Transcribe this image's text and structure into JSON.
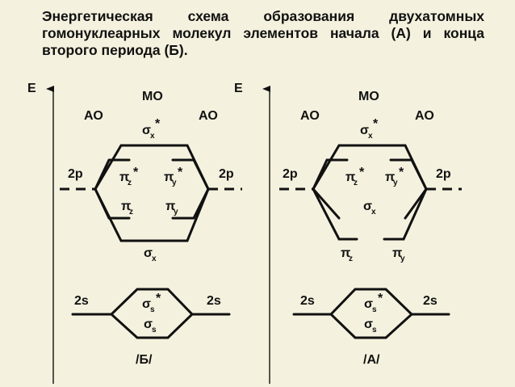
{
  "title": "Энергетическая схема образования двухатомных гомонуклеарных молекул элементов начала (А) и конца второго периода (Б).",
  "axis_label": "E",
  "mo_label": "МО",
  "ao_label": "АО",
  "level_2p": "2p",
  "level_2s": "2s",
  "sigma": "σ",
  "pi": "π",
  "star": "*",
  "sub_x": "x",
  "sub_y": "y",
  "sub_z": "z",
  "sub_s": "s",
  "left_caption": "/Б/",
  "right_caption": "/А/"
}
